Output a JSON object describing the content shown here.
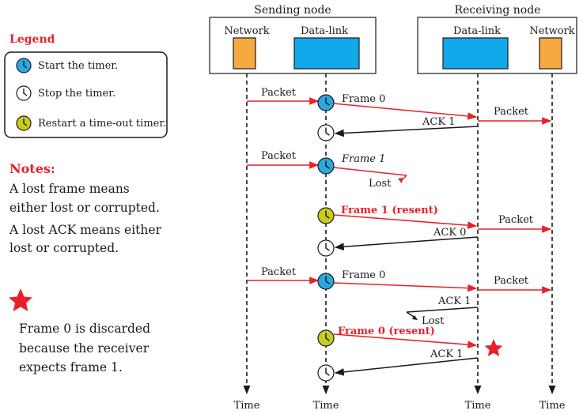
{
  "colors": {
    "frame": "#e8202a",
    "ack": "#1a1a1a",
    "start_timer": "#2ba8e0",
    "restart_timer": "#c8cc1e",
    "network_box": "#f7a941",
    "datalink_box": "#12a9ea",
    "legend_title": "#e8202a"
  },
  "nodes": {
    "sending": "Sending node",
    "receiving": "Receiving node",
    "network": "Network",
    "datalink": "Data-link",
    "time": "Time"
  },
  "legend": {
    "title": "Legend",
    "start": "Start the timer.",
    "stop": "Stop the timer.",
    "restart": "Restart a time-out timer."
  },
  "notes": {
    "title": "Notes:",
    "line1": "A lost frame means",
    "line2": "either lost or corrupted.",
    "line3": "A lost ACK means either",
    "line4": "lost or corrupted.",
    "star_icon": "red-star-icon",
    "star_line1": "Frame 0 is discarded",
    "star_line2": "because the receiver",
    "star_line3": "expects frame 1."
  },
  "messages": {
    "packet": "Packet",
    "frame0": "Frame 0",
    "frame1": "Frame 1",
    "frame1_resent": "Frame 1 (resent)",
    "frame0_resent": "Frame 0 (resent)",
    "ack1": "ACK 1",
    "ack0": "ACK 0",
    "lost": "Lost"
  }
}
